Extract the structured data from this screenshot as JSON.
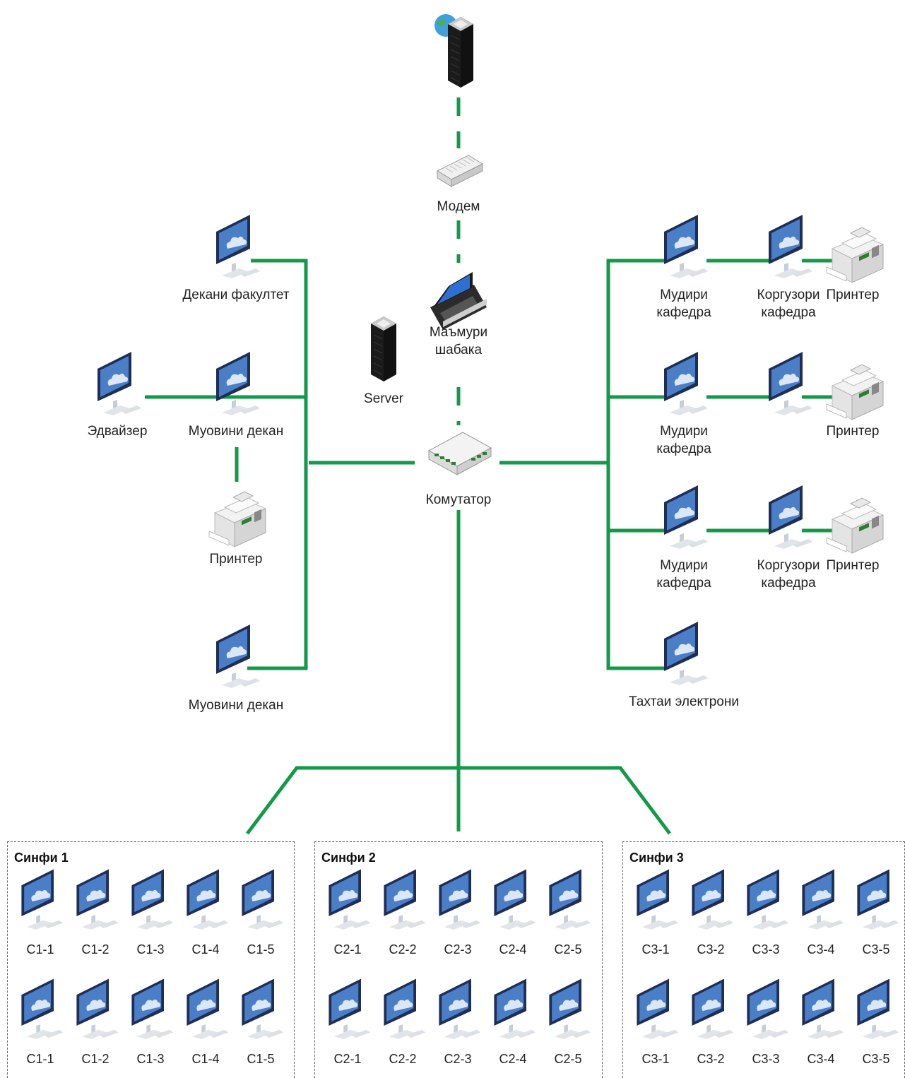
{
  "colors": {
    "link": "#129a48",
    "monitor_screen": "#4a7fc7",
    "monitor_frame": "#1f2e55"
  },
  "nodes": {
    "modem": "Модем",
    "network_admin": "Маъмури\nшабака",
    "server": "Server",
    "switch": "Комутатор",
    "dean": "Декани факултет",
    "advisor": "Эдвайзер",
    "vice_dean_1": "Муовини декан",
    "printer_left": "Принтер",
    "vice_dean_2": "Муовини декан",
    "head_dept_1": "Мудири\nкафедра",
    "head_dept_2": "Мудири\nкафедра",
    "head_dept_3": "Мудири\nкафедра",
    "dept_staff_1": "Коргузори\nкафедра",
    "dept_staff_3": "Коргузори\nкафедра",
    "printer_right_1": "Принтер",
    "printer_right_2": "Принтер",
    "printer_right_3": "Принтер",
    "e_board": "Тахтаи электрони"
  },
  "classrooms": [
    {
      "title": "Синфи 1",
      "row1": [
        "C1-1",
        "C1-2",
        "C1-3",
        "C1-4",
        "C1-5"
      ],
      "row2": [
        "C1-1",
        "C1-2",
        "C1-3",
        "C1-4",
        "C1-5"
      ]
    },
    {
      "title": "Синфи 2",
      "row1": [
        "C2-1",
        "C2-2",
        "C2-3",
        "C2-4",
        "C2-5"
      ],
      "row2": [
        "C2-1",
        "C2-2",
        "C2-3",
        "C2-4",
        "C2-5"
      ]
    },
    {
      "title": "Синфи 3",
      "row1": [
        "C3-1",
        "C3-2",
        "C3-3",
        "C3-4",
        "C3-5"
      ],
      "row2": [
        "C3-1",
        "C3-2",
        "C3-3",
        "C3-4",
        "C3-5"
      ]
    }
  ]
}
